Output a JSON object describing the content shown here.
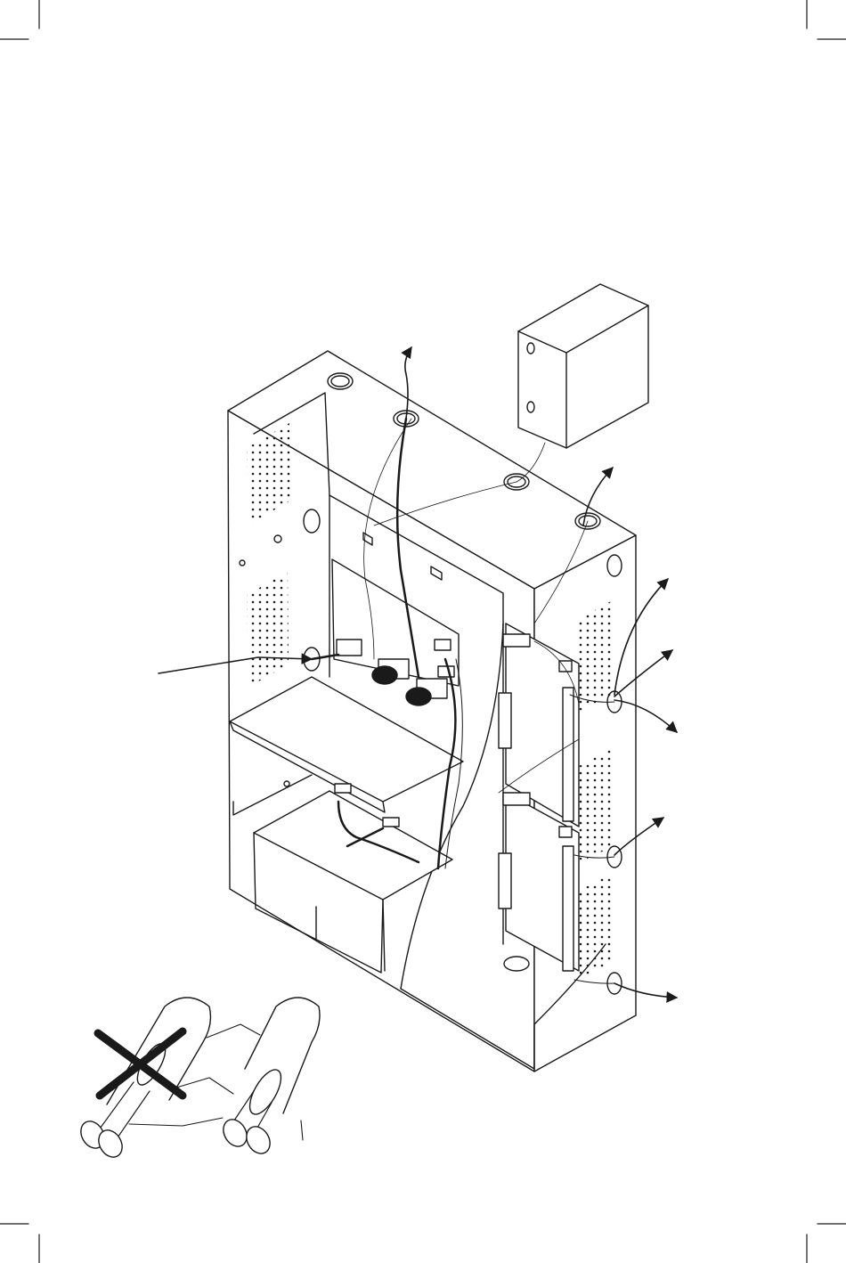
{
  "figure": {
    "colors": {
      "ink": "#1a1a1a",
      "background": "#ffffff",
      "fill": "#ffffff",
      "accent_fill": "#f4f4f4"
    },
    "components": {
      "crop_marks": "crop-marks",
      "enclosure": "enclosure-cabinet",
      "junction_box": "junction-box",
      "power_supply_board": "power-supply-board",
      "battery": "battery",
      "module_boards": "module-boards",
      "wiring": "field-wiring",
      "wire_arrows": "wire-exit-arrows",
      "cable_detail": "cable-detail-inset",
      "crossed_cable": "incorrect-cable-crossed",
      "correct_cable": "correct-cable"
    }
  }
}
